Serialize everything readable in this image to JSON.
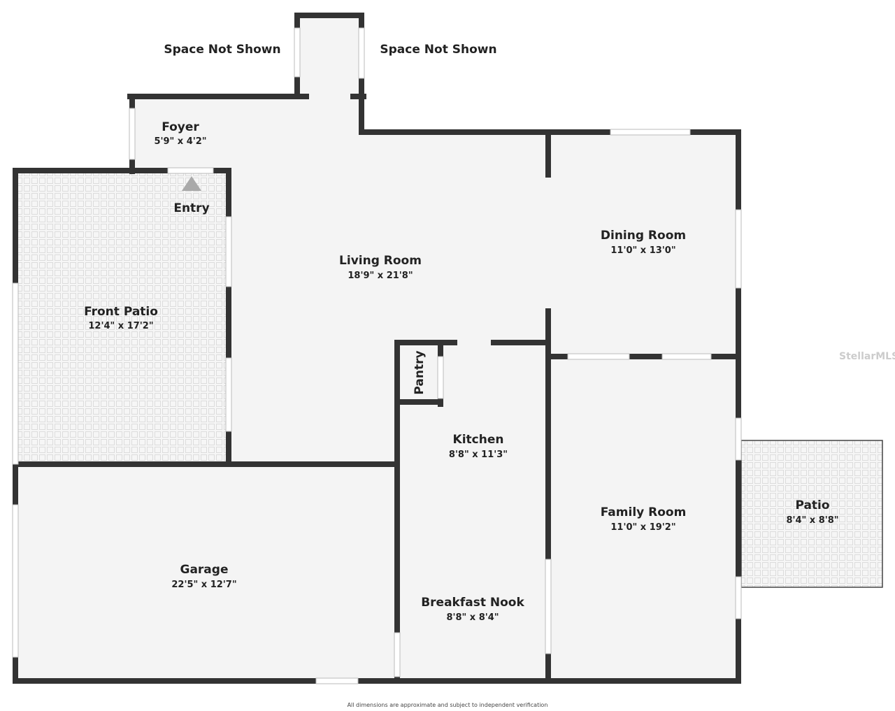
{
  "rooms": {
    "foyer": {
      "name": "Foyer",
      "dims": "5'9\" x 4'2\""
    },
    "living": {
      "name": "Living Room",
      "dims": "18'9\" x 21'8\""
    },
    "dining": {
      "name": "Dining Room",
      "dims": "11'0\" x 13'0\""
    },
    "front_patio": {
      "name": "Front Patio",
      "dims": "12'4\" x 17'2\""
    },
    "kitchen": {
      "name": "Kitchen",
      "dims": "8'8\" x 11'3\""
    },
    "pantry": {
      "name": "Pantry"
    },
    "breakfast": {
      "name": "Breakfast Nook",
      "dims": "8'8\" x 8'4\""
    },
    "family": {
      "name": "Family Room",
      "dims": "11'0\" x 19'2\""
    },
    "patio": {
      "name": "Patio",
      "dims": "8'4\" x 8'8\""
    },
    "garage": {
      "name": "Garage",
      "dims": "22'5\" x 12'7\""
    }
  },
  "labels": {
    "space_left": "Space Not Shown",
    "space_right": "Space Not Shown",
    "entry": "Entry"
  },
  "footer": "All dimensions are approximate and subject to independent verification",
  "watermark": "StellarMLS",
  "colors": {
    "wall": "#333333",
    "floor": "#f4f4f4",
    "entry_arrow": "#a9a9a9"
  }
}
